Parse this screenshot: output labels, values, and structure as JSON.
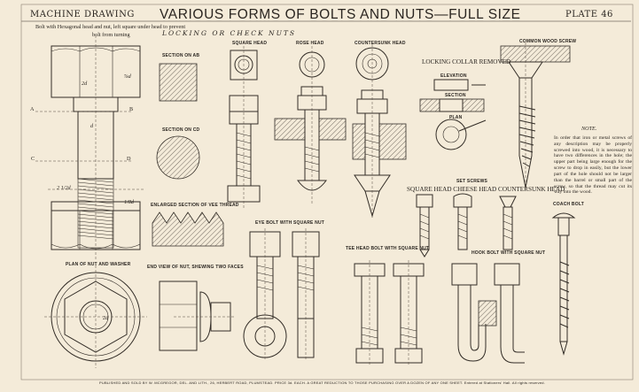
{
  "header": {
    "left": "MACHINE DRAWING",
    "title": "VARIOUS FORMS OF BOLTS AND NUTS—FULL SIZE",
    "right": "PLATE 46"
  },
  "subtitle": "LOCKING OR CHECK NUTS",
  "labels": {
    "bolt_note_1": "Bolt with Hexagonal head and nut, left square under head to prevent",
    "bolt_note_2": "bolt from turning",
    "square_head": "SQUARE HEAD",
    "rose_head": "ROSE HEAD",
    "countersunk_head": "COUNTERSUNK HEAD",
    "common_wood_screw": "COMMON WOOD SCREW",
    "section_ab": "SECTION ON AB",
    "section_cd": "SECTION ON CD",
    "locking_collar_removed": "LOCKING COLLAR REMOVED",
    "elevation": "ELEVATION",
    "section": "SECTION",
    "plan": "PLAN",
    "set_screws": "SET SCREWS",
    "set_screw_heads": "SQUARE HEAD CHEESE HEAD COUNTERSUNK HEAD",
    "enlarged_section": "ENLARGED SECTION OF VEE THREAD",
    "eye_bolt": "EYE BOLT WITH SQUARE NUT",
    "tee_head_bolt": "TEE HEAD BOLT WITH SQUARE NUT",
    "hook_bolt": "HOOK BOLT WITH SQUARE NUT",
    "coach_bolt": "COACH BOLT",
    "plan_of_nut": "PLAN OF NUT AND WASHER",
    "end_view": "END VIEW OF NUT, SHEWING TWO FACES",
    "a": "A",
    "b": "B",
    "c": "C",
    "d": "D",
    "dim_2d": "2d",
    "dim_d": "d",
    "dim_8d": "⅞d",
    "dim_2_1_2d": "2 1/2d",
    "dim_1_8d": "1/8d"
  },
  "note": {
    "title": "NOTE.",
    "text": "In order that iron or metal screws of any description may be properly screwed into wood, it is necessary to have two differences in the hole; the upper part being large enough for the screw to drop in easily, but the lower part of the hole should not be larger than the barrel or small part of the screw, so that the thread may cut its way into the wood."
  },
  "footer": "PUBLISHED AND SOLD BY W. MCGREGOR, DEL. AND LITH., 26, HERBERT ROAD, PLUMSTEAD.  PRICE 3d. EACH.  A GREAT REDUCTION TO THOSE PURCHASING OVER A DOZEN OF ANY ONE SHEET.  Entered at Stationers' Hall.  All rights reserved."
}
